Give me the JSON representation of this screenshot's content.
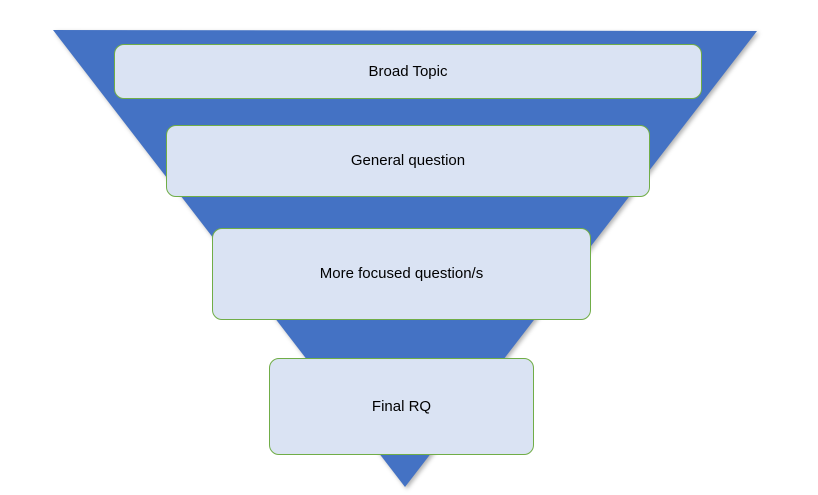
{
  "diagram": {
    "type": "inverted-funnel",
    "levels": [
      {
        "label": "Broad Topic"
      },
      {
        "label": "General question"
      },
      {
        "label": "More focused question/s"
      },
      {
        "label": "Final RQ"
      }
    ]
  },
  "icons": {
    "triangle": "inverted-triangle-funnel-shape"
  },
  "colors": {
    "triangle_fill": "#4472C4",
    "box_fill": "#DAE3F3",
    "box_border": "#70AD47",
    "text": "#000000",
    "background": "#FFFFFF"
  }
}
